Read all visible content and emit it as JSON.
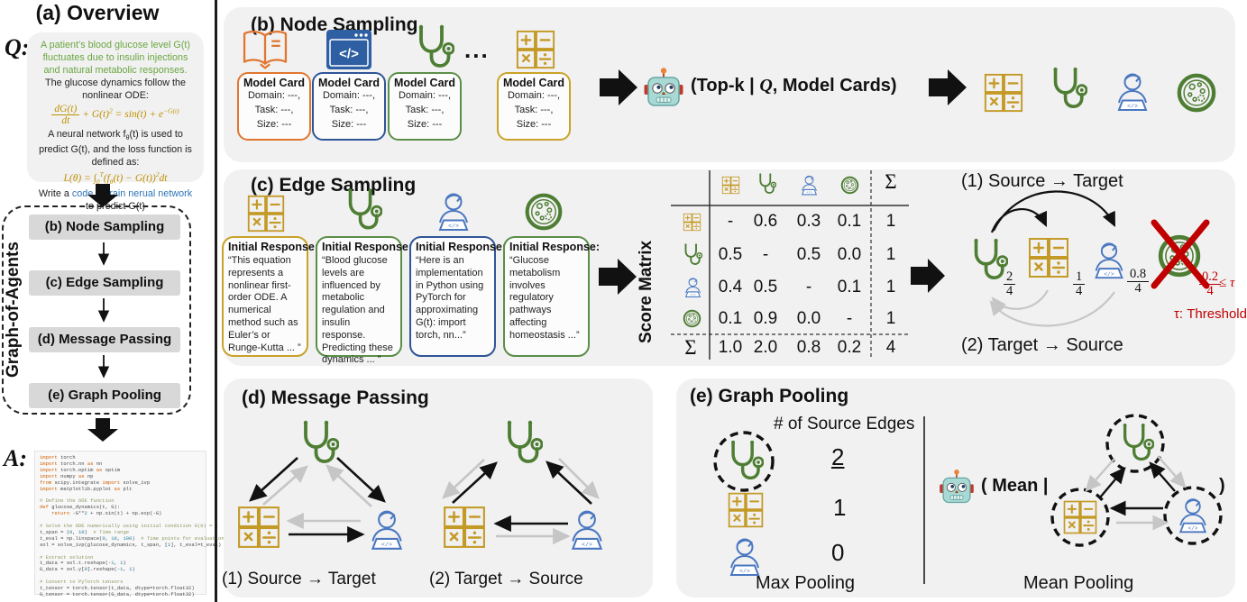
{
  "colors": {
    "orange": "#E0762F",
    "gold": "#C49A26",
    "green": "#4E7E33",
    "blue": "#4A77C0",
    "blue_window": "#2E5FA3",
    "red": "#C00000",
    "panel_bg": "#F1F1F2",
    "step_bg": "#D8D8D8",
    "gray_arrow": "#C6C6C6"
  },
  "panel_a": {
    "title": "(a) Overview",
    "q_label": "Q:",
    "a_label": "A:",
    "query": {
      "green": "A patient’s blood glucose level G(t) fluctuates due to insulin injections and natural metabolic responses.",
      "black1": " The glucose dynamics follow the nonlinear ODE:",
      "f1_num": "dG(t)",
      "f1_den": "dt",
      "f1_rest1": " + G(t)",
      "f1_sup1": "2",
      "f1_rest2": " = sin(t) + e",
      "f1_sup2": "−G(t)",
      "black2a": "A neural network f",
      "black2sub": "θ",
      "black2b": "(t) is used to predict G(t), and the loss function is defined as:",
      "f2_a": "L(θ) = ∫",
      "f2_sub": "0",
      "f2_sup": "T",
      "f2_b": "(f",
      "f2_bsub": "θ",
      "f2_c": "(t) − G(t))",
      "f2_sup2": "2",
      "f2_d": "dt",
      "write_pre": "Write a ",
      "write_blue": "code to train nerual network",
      "write_post": " to predict G(t)"
    },
    "flow": {
      "label": "Graph-of-Agents",
      "steps": [
        "(b) Node Sampling",
        "(c) Edge Sampling",
        "(d) Message Passing",
        "(e) Graph Pooling"
      ]
    },
    "code_lines": [
      "import torch",
      "import torch.nn as nn",
      "import torch.optim as optim",
      "import numpy as np",
      "from scipy.integrate import solve_ivp",
      "import matplotlib.pyplot as plt",
      "",
      "# Define the ODE function",
      "def glucose_dynamics(t, G):",
      "    return -G**2 + np.sin(t) + np.exp(-G)",
      "",
      "# Solve the ODE numerically using initial condition G(0) = 1",
      "t_span = (0, 10)  # Time range",
      "t_eval = np.linspace(0, 10, 100)  # Time points for evaluation",
      "sol = solve_ivp(glucose_dynamics, t_span, [1], t_eval=t_eval)",
      "",
      "# Extract solution",
      "t_data = sol.t.reshape(-1, 1)",
      "G_data = sol.y[0].reshape(-1, 1)",
      "",
      "# Convert to PyTorch tensors",
      "t_tensor = torch.tensor(t_data, dtype=torch.float32)",
      "G_tensor = torch.tensor(G_data, dtype=torch.float32)"
    ]
  },
  "panel_b": {
    "title": "(b) Node Sampling",
    "ellipsis": "...",
    "card": {
      "title": "Model Card",
      "lines": [
        "Domain: ---,",
        "Task: ---,",
        "Size: ---"
      ]
    },
    "caption_pre": "(Top-k | ",
    "caption_q": "Q",
    "caption_post": ", Model Cards)"
  },
  "panel_c": {
    "title": "(c) Edge Sampling",
    "response_header": "Initial Response:",
    "responses": [
      "“This equation represents a nonlinear first-order ODE. A numerical method such as Euler’s or Runge-Kutta ... ”",
      "“Blood glucose levels are influenced by metabolic regulation and insulin response. Predicting these dynamics ... ”",
      "“Here is an implementation in Python using PyTorch for approximating G(t): import torch, nn...”",
      "“Glucose metabolism involves regulatory pathways affecting homeostasis ...”"
    ],
    "matrix": {
      "label": "Score Matrix",
      "sigma": "Σ",
      "rows": [
        [
          "-",
          "0.6",
          "0.3",
          "0.1",
          "1"
        ],
        [
          "0.5",
          "-",
          "0.5",
          "0.0",
          "1"
        ],
        [
          "0.4",
          "0.5",
          "-",
          "0.1",
          "1"
        ],
        [
          "0.1",
          "0.9",
          "0.0",
          "-",
          "1"
        ]
      ],
      "sums": [
        "1.0",
        "2.0",
        "0.8",
        "0.2",
        "4"
      ]
    },
    "diagram": {
      "top_label": "(1) Source → Target",
      "bottom_label": "(2) Target → Source",
      "frac1": {
        "num": "2",
        "den": "4"
      },
      "frac2": {
        "num": "1",
        "den": "4"
      },
      "frac3": {
        "num": "0.8",
        "den": "4"
      },
      "frac4": {
        "num": "0.2",
        "den": "4"
      },
      "leq": "≤ τ",
      "threshold": "τ: Threshold"
    }
  },
  "panel_d": {
    "title": "(d) Message Passing",
    "left_label": "(1) Source → Target",
    "right_label": "(2) Target → Source"
  },
  "panel_e": {
    "title": "(e) Graph Pooling",
    "edges_header": "# of Source Edges",
    "counts": [
      "2",
      "1",
      "0"
    ],
    "max_label": "Max Pooling",
    "mean_pre": "( Mean |",
    "mean_close": ")",
    "mean_label": "Mean Pooling"
  }
}
